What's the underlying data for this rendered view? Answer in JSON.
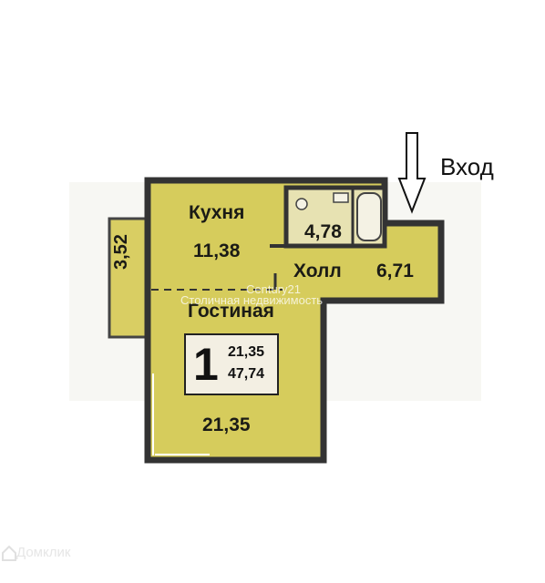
{
  "entrance": {
    "label": "Вход"
  },
  "rooms": {
    "kitchen": {
      "name": "Кухня",
      "area": "11,38"
    },
    "bathroom": {
      "area": "4,78"
    },
    "hall": {
      "name": "Холл",
      "area": "6,71"
    },
    "living": {
      "name": "Гостиная",
      "area": "21,35"
    },
    "balcony": {
      "area": "3,52"
    }
  },
  "summary": {
    "rooms": "1",
    "living_area": "21,35",
    "total_area": "47,74"
  },
  "watermark": {
    "line1": "Century21",
    "line2": "Столичная недвижимость"
  },
  "brand": {
    "label": "Домклик"
  },
  "colors": {
    "room_fill": "#d6cc5c",
    "wall": "#3a3a30",
    "balcony": "#d9ce63"
  }
}
